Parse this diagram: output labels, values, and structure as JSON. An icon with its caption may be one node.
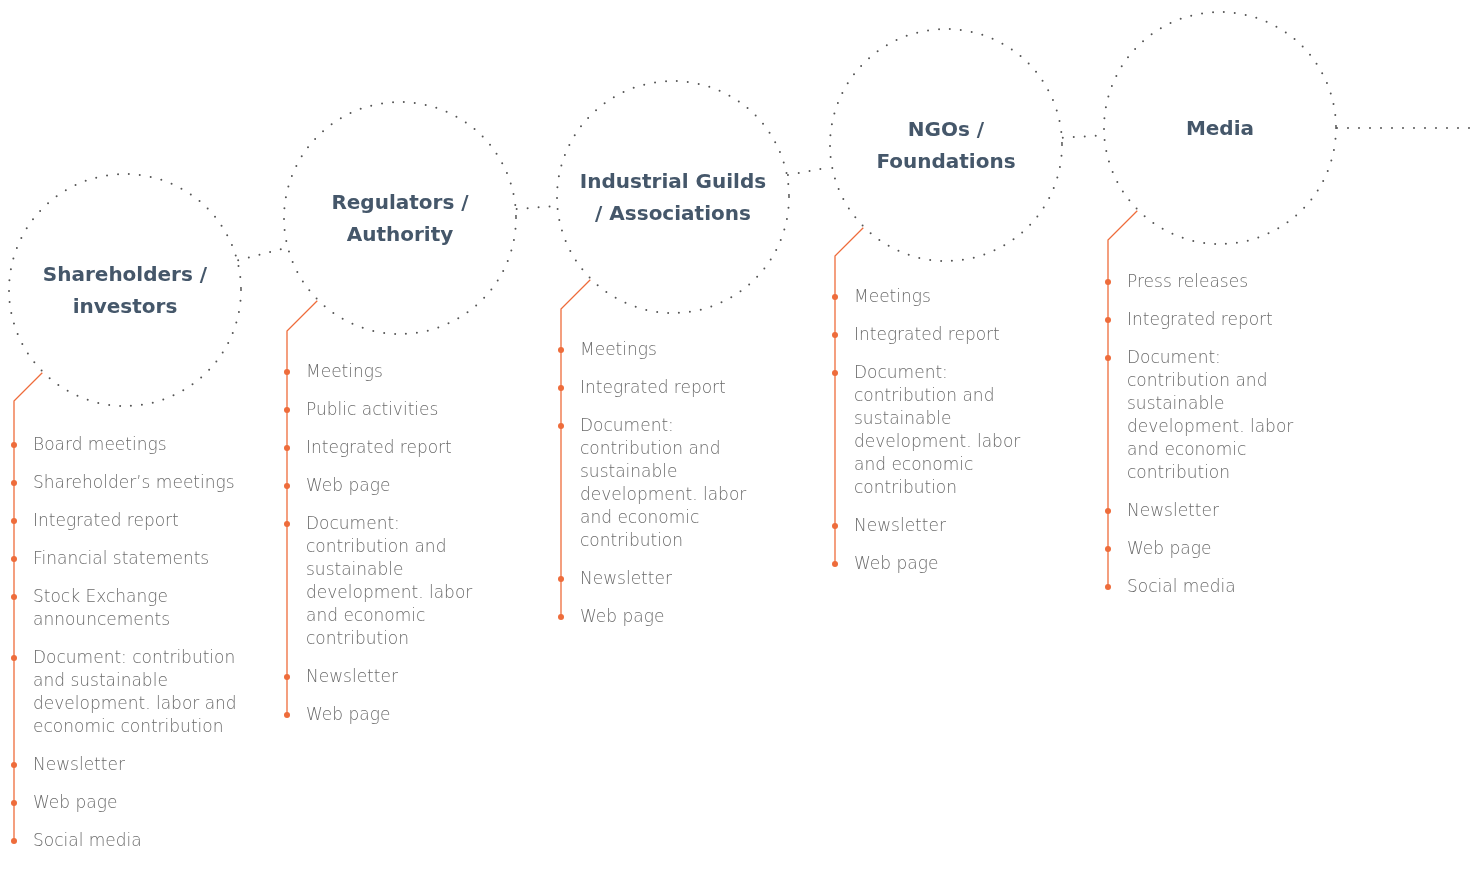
{
  "diagram": {
    "nodes": [
      {
        "text": [
          "Shareholders / investors"
        ],
        "beside": [
          "Board meetings",
          "Shareholder’s meetings",
          "Integrated report",
          "Financial statements",
          "Stock Exchange announcements",
          "Document: contribution and sustainable development. labor and economic contribution",
          "Newsletter",
          "Web page",
          "Social media"
        ]
      },
      {
        "text": [
          "Regulators / Authority"
        ],
        "beside": [
          "Meetings",
          "Public activities",
          "Integrated report",
          "Web page",
          "Document: contribution and sustainable development. labor and economic contribution",
          "Newsletter",
          "Web page"
        ]
      },
      {
        "text": [
          "Industrial Guilds / Associations"
        ],
        "beside": [
          "Meetings",
          "Integrated report",
          "Document: contribution and sustainable development. labor and economic contribution",
          "Newsletter",
          "Web page"
        ]
      },
      {
        "text": [
          "NGOs / Foundations"
        ],
        "beside": [
          "Meetings",
          "Integrated report",
          "Document: contribution and sustainable development. labor and economic contribution",
          "Newsletter",
          "Web page"
        ]
      },
      {
        "text": [
          "Media"
        ],
        "beside": [
          "Press releases",
          "Integrated report",
          "Document: contribution and sustainable development. labor and economic contribution",
          "Newsletter",
          "Web page",
          "Social media"
        ]
      }
    ],
    "edges": [
      {
        "from": 0,
        "to": 1,
        "arrow": "none"
      },
      {
        "from": 1,
        "to": 2,
        "arrow": "none"
      },
      {
        "from": 2,
        "to": 3,
        "arrow": "none"
      },
      {
        "from": 3,
        "to": 4,
        "arrow": "none"
      },
      {
        "from": 4,
        "to": null,
        "arrow": "none"
      }
    ]
  }
}
